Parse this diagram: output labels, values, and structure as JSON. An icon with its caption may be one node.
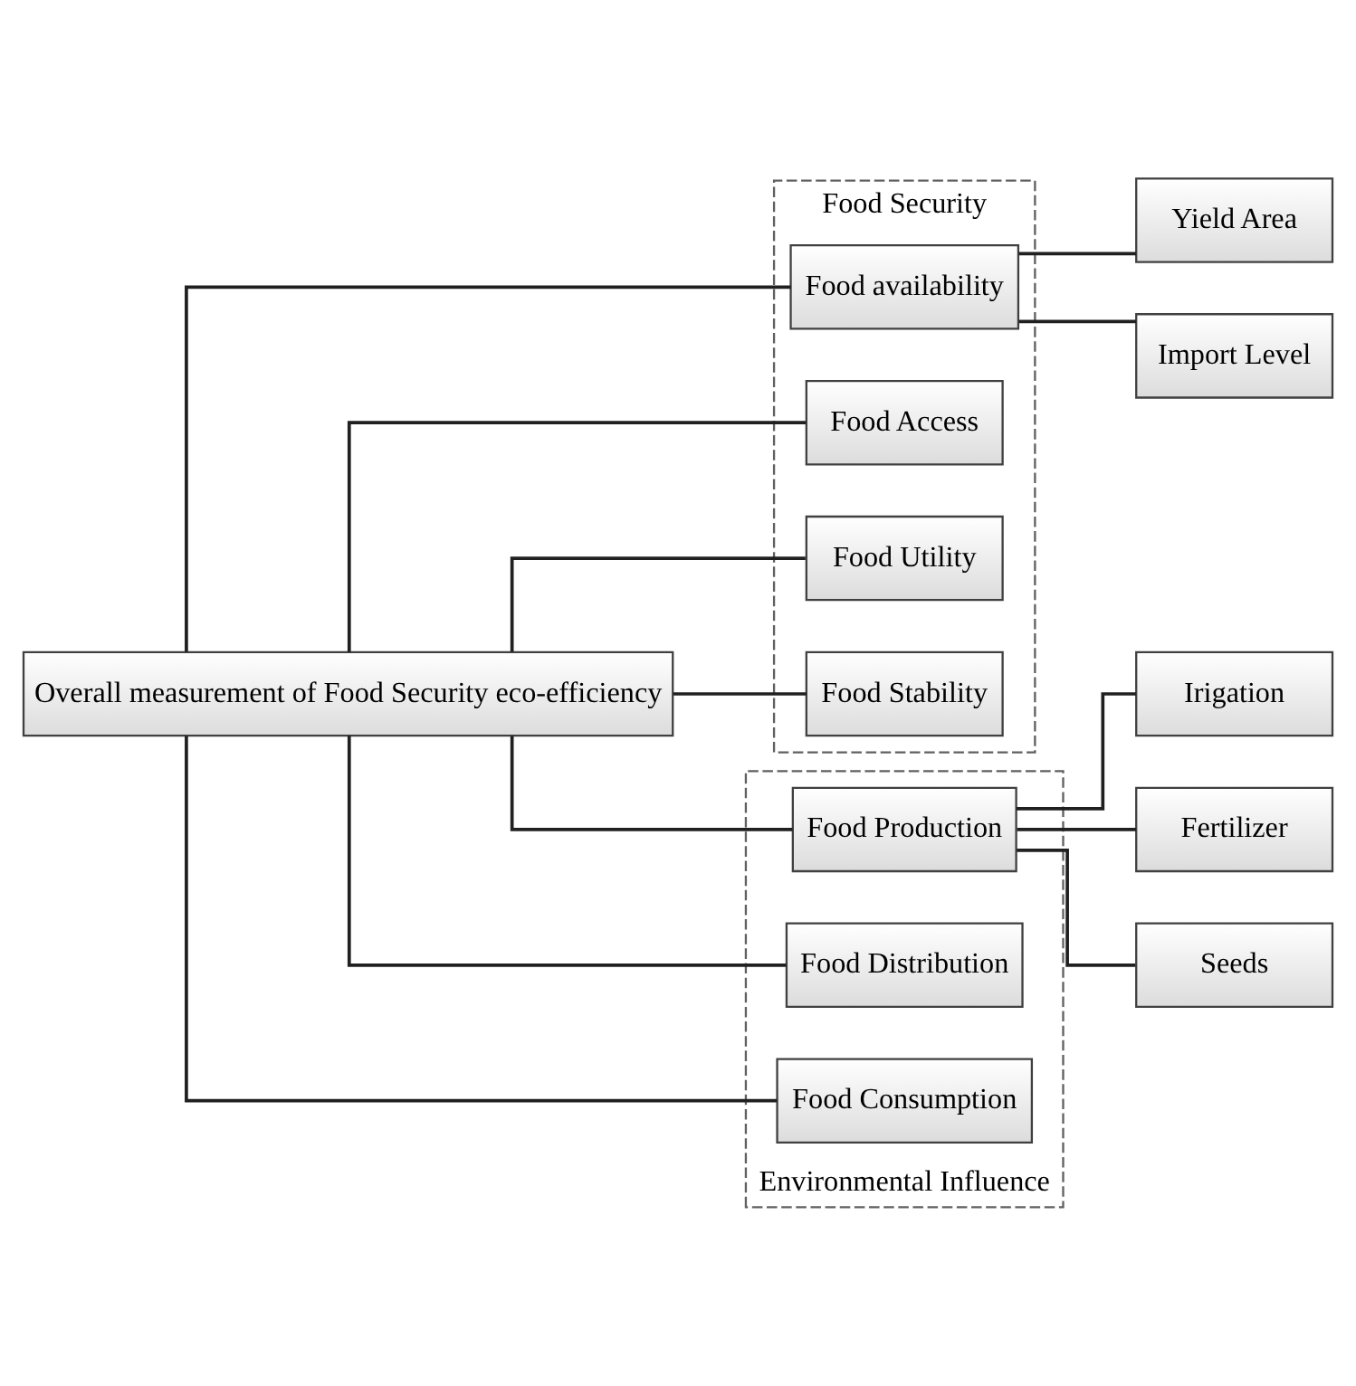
{
  "diagram": {
    "nodes": [
      {
        "text": [
          "Overall measurement of Food Security eco-efficiency"
        ]
      },
      {
        "text": [
          "Food Security"
        ]
      },
      {
        "text": [
          "Food availability"
        ],
        "in": 1
      },
      {
        "text": [
          "Food Access"
        ],
        "in": 1
      },
      {
        "text": [
          "Food Utility"
        ],
        "in": 1
      },
      {
        "text": [
          "Food Stability"
        ],
        "in": 1
      },
      {
        "text": [
          "Yield Area"
        ]
      },
      {
        "text": [
          "Import Level"
        ]
      },
      {
        "text": [
          "Environmental Influence"
        ]
      },
      {
        "text": [
          "Food Production"
        ],
        "in": 8
      },
      {
        "text": [
          "Food Distribution"
        ],
        "in": 8
      },
      {
        "text": [
          "Food Consumption"
        ],
        "in": 8
      },
      {
        "text": [
          "Irigation"
        ]
      },
      {
        "text": [
          "Fertilizer"
        ]
      },
      {
        "text": [
          "Seeds"
        ]
      }
    ],
    "edges": [
      {
        "from": 0,
        "to": 2,
        "arrow": "none"
      },
      {
        "from": 0,
        "to": 3,
        "arrow": "none"
      },
      {
        "from": 0,
        "to": 4,
        "arrow": "none"
      },
      {
        "from": 0,
        "to": 5,
        "arrow": "none"
      },
      {
        "from": 0,
        "to": 9,
        "arrow": "none"
      },
      {
        "from": 0,
        "to": 10,
        "arrow": "none"
      },
      {
        "from": 0,
        "to": 11,
        "arrow": "none"
      },
      {
        "from": 2,
        "to": 6,
        "arrow": "none"
      },
      {
        "from": 2,
        "to": 7,
        "arrow": "none"
      },
      {
        "from": 9,
        "to": 12,
        "arrow": "none"
      },
      {
        "from": 9,
        "to": 13,
        "arrow": "none"
      },
      {
        "from": 9,
        "to": 14,
        "arrow": "none"
      }
    ]
  }
}
